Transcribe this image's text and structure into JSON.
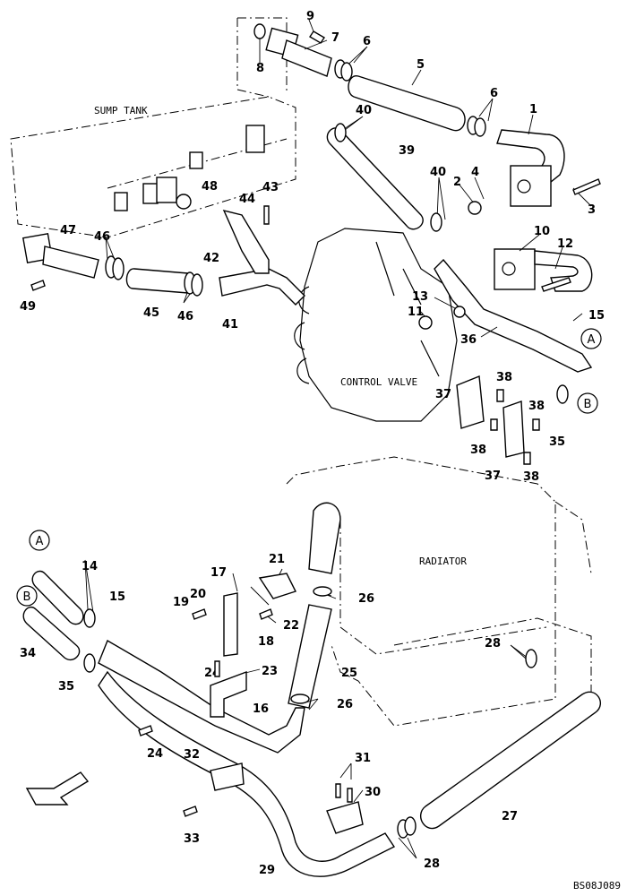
{
  "labels": {
    "sump_tank": "SUMP TANK",
    "control_valve": "CONTROL VALVE",
    "radiator": "RADIATOR",
    "drawing_code": "BS08J089"
  },
  "callouts": {
    "c1": "1",
    "c2": "2",
    "c3": "3",
    "c4": "4",
    "c5": "5",
    "c6a": "6",
    "c6b": "6",
    "c7": "7",
    "c8": "8",
    "c9": "9",
    "c10": "10",
    "c11": "11",
    "c12": "12",
    "c13": "13",
    "c14": "14",
    "c15a": "15",
    "c15b": "15",
    "c16": "16",
    "c17": "17",
    "c18": "18",
    "c19": "19",
    "c20": "20",
    "c21": "21",
    "c22": "22",
    "c23": "23",
    "c24a": "24",
    "c24b": "24",
    "c25": "25",
    "c26a": "26",
    "c26b": "26",
    "c27": "27",
    "c28a": "28",
    "c28b": "28",
    "c29": "29",
    "c30": "30",
    "c31": "31",
    "c32": "32",
    "c33": "33",
    "c34": "34",
    "c35a": "35",
    "c35b": "35",
    "c36": "36",
    "c37a": "37",
    "c37b": "37",
    "c38a": "38",
    "c38b": "38",
    "c38c": "38",
    "c38d": "38",
    "c39": "39",
    "c40a": "40",
    "c40b": "40",
    "c41": "41",
    "c42": "42",
    "c43": "43",
    "c44": "44",
    "c45": "45",
    "c46a": "46",
    "c46b": "46",
    "c47": "47",
    "c48": "48",
    "c49": "49"
  },
  "refs": {
    "ref_a_top": "A",
    "ref_b_top": "B",
    "ref_a_left": "A",
    "ref_b_left": "B"
  }
}
